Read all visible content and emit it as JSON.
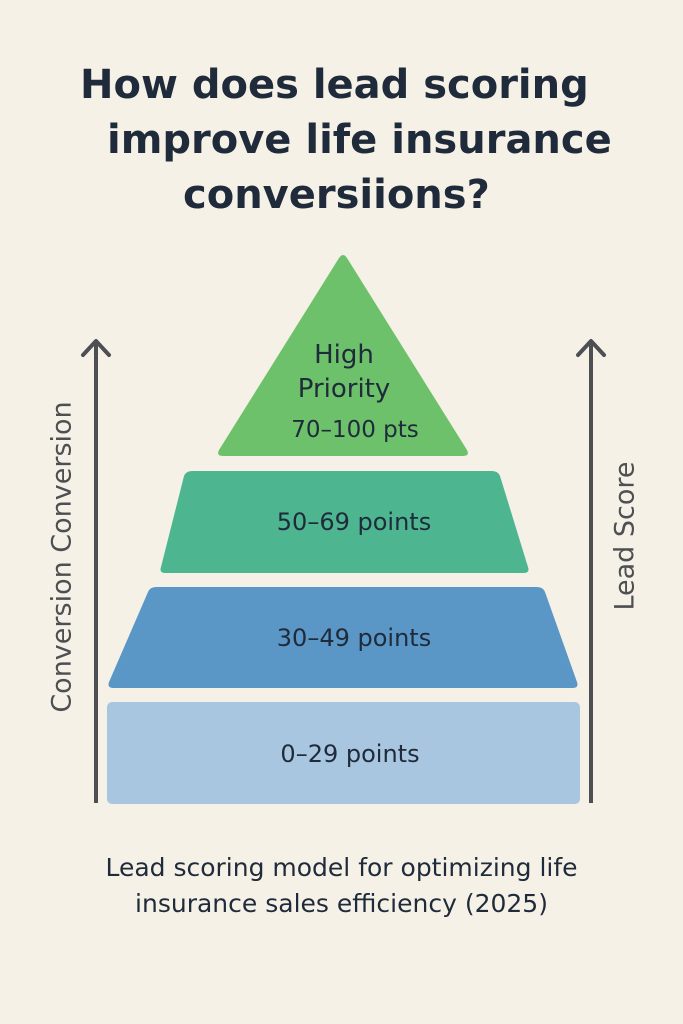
{
  "title": {
    "line1": "How does lead scoring",
    "line2": "improve life insurance",
    "line3": "conversiions?"
  },
  "pyramid": {
    "tiers": [
      {
        "label_line1": "High",
        "label_line2": "Priority",
        "points": "70–100 pts",
        "color": "#6cc16a"
      },
      {
        "label": "50–69 points",
        "color": "#4db590"
      },
      {
        "label": "30–49 points",
        "color": "#5a97c6"
      },
      {
        "label": "0–29 points",
        "color": "#a9c6e0"
      }
    ]
  },
  "axes": {
    "left_label": "Conversion Conversion",
    "right_label": "Lead Score",
    "color": "#4d4f52"
  },
  "caption": {
    "line1": "Lead scoring model for optimizing life",
    "line2": "insurance sales efficiency (2025)"
  }
}
